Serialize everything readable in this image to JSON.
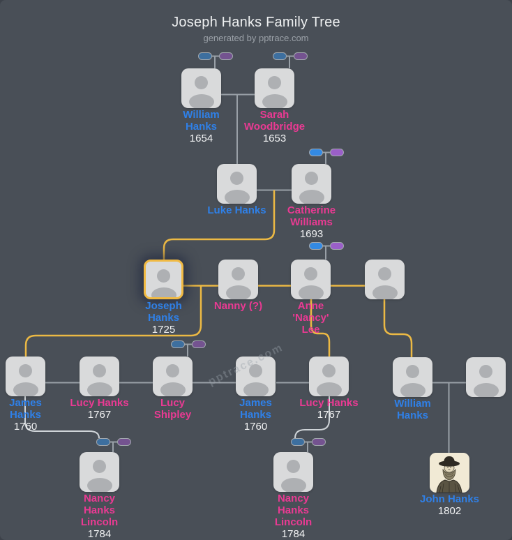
{
  "header": {
    "title": "Joseph Hanks Family Tree",
    "subtitle": "generated by pptrace.com"
  },
  "watermark": "pptrace.com",
  "colors": {
    "background": "#494f57",
    "card": "#d9dadb",
    "male_name": "#2f80e8",
    "female_name": "#ea3a93",
    "year_text": "#f3f4f5",
    "highlight_border": "#f1ba43",
    "lineage_line": "#ecb944",
    "connector_gray": "#99a0a7",
    "connector_light": "#cfd4d8",
    "father_pill": "#3d6f9f",
    "mother_pill": "#745390",
    "father_pill_bright": "#338ae4",
    "mother_pill_bright": "#9a5fc8"
  },
  "persons": [
    {
      "id": "william-hanks-sr",
      "name": "William\nHanks",
      "year": "1654",
      "gender": "male"
    },
    {
      "id": "sarah-woodbridge",
      "name": "Sarah\nWoodbridge",
      "year": "1653",
      "gender": "female"
    },
    {
      "id": "luke-hanks",
      "name": "Luke Hanks",
      "gender": "male"
    },
    {
      "id": "catherine-williams",
      "name": "Catherine\nWilliams",
      "year": "1693",
      "gender": "female"
    },
    {
      "id": "joseph-hanks",
      "name": "Joseph\nHanks",
      "year": "1725",
      "gender": "male",
      "highlighted": true
    },
    {
      "id": "nanny",
      "name": "Nanny (?)",
      "gender": "female"
    },
    {
      "id": "anne-nancy-lee",
      "name": "Anne\n'Nancy'\nLee",
      "gender": "female"
    },
    {
      "id": "unknown-spouse-1",
      "gender": "unknown"
    },
    {
      "id": "james-hanks-sr",
      "name": "James\nHanks",
      "year": "1760",
      "gender": "male"
    },
    {
      "id": "lucy-hanks-sr",
      "name": "Lucy Hanks",
      "year": "1767",
      "gender": "female"
    },
    {
      "id": "lucy-shipley",
      "name": "Lucy\nShipley",
      "gender": "female"
    },
    {
      "id": "james-hanks",
      "name": "James\nHanks",
      "year": "1760",
      "gender": "male"
    },
    {
      "id": "lucy-hanks",
      "name": "Lucy Hanks",
      "year": "1767",
      "gender": "female"
    },
    {
      "id": "william-hanks",
      "name": "William\nHanks",
      "gender": "male"
    },
    {
      "id": "unknown-spouse-2",
      "gender": "unknown"
    },
    {
      "id": "nancy-hanks-lincoln-1",
      "name": "Nancy\nHanks\nLincoln",
      "year": "1784",
      "gender": "female"
    },
    {
      "id": "nancy-hanks-lincoln-2",
      "name": "Nancy\nHanks\nLincoln",
      "year": "1784",
      "gender": "female"
    },
    {
      "id": "john-hanks",
      "name": "John Hanks",
      "year": "1802",
      "gender": "male",
      "portrait": true
    }
  ]
}
